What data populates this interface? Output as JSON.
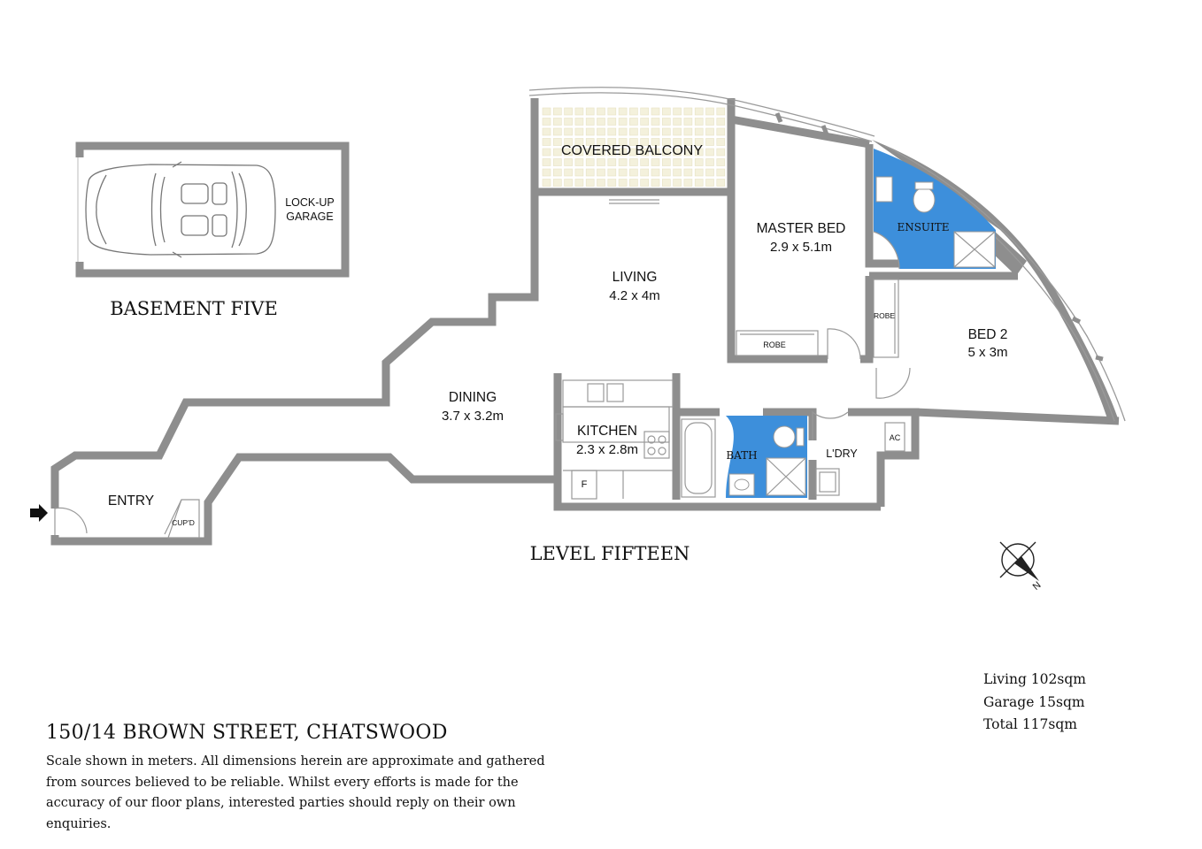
{
  "plan": {
    "address": "150/14 BROWN STREET, CHATSWOOD",
    "disclaimer": "Scale shown in meters. All dimensions herein are approximate and gathered from sources believed to be reliable. Whilst every efforts is made for the accuracy of our floor plans, interested parties should reply on their own enquiries.",
    "levels": {
      "basement": "BASEMENT FIVE",
      "main": "LEVEL FIFTEEN"
    },
    "areas": [
      "Living 102sqm",
      "Garage 15sqm",
      "Total 117sqm"
    ],
    "compass_label": "N",
    "rooms": {
      "garage": [
        "LOCK-UP",
        "GARAGE"
      ],
      "balcony": "COVERED BALCONY",
      "living": {
        "name": "LIVING",
        "size": "4.2 x 4m"
      },
      "master": {
        "name": "MASTER BED",
        "size": "2.9 x 5.1m"
      },
      "bed2": {
        "name": "BED 2",
        "size": "5 x 3m"
      },
      "dining": {
        "name": "DINING",
        "size": "3.7 x 3.2m"
      },
      "kitchen": {
        "name": "KITCHEN",
        "size": "2.3 x 2.8m"
      },
      "entry": "ENTRY",
      "ensuite": "ENSUITE",
      "bath": "BATH",
      "laundry": "L'DRY",
      "robe_master": "ROBE",
      "robe_bed2": "ROBE",
      "ac": "AC",
      "cupboard": "CUP'D",
      "fridge": "F"
    },
    "colors": {
      "wall": "#8e8e8e",
      "wet_area": "#3d8fdb",
      "text": "#111111"
    }
  }
}
